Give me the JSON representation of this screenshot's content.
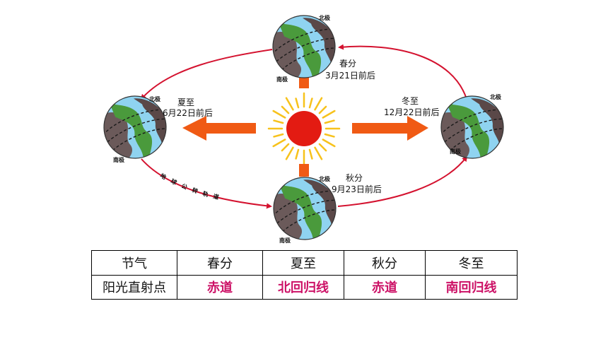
{
  "diagram": {
    "sun": {
      "color": "#e31b12",
      "ray_color": "#f7c21c"
    },
    "arrow_color": "#f05a14",
    "orbit_color": "#d4122f",
    "orbit_label": [
      "地",
      "球",
      "公",
      "转",
      "轨",
      "道"
    ],
    "earths": [
      {
        "id": "spring",
        "north": "北极",
        "south": "南极",
        "term": "春分",
        "date": "3月21日前后"
      },
      {
        "id": "summer",
        "north": "北极",
        "south": "南极",
        "term": "夏至",
        "date": "6月22日前后"
      },
      {
        "id": "autumn",
        "north": "北极",
        "south": "南极",
        "term": "秋分",
        "date": "9月23日前后"
      },
      {
        "id": "winter",
        "north": "北极",
        "south": "南极",
        "term": "冬至",
        "date": "12月22日前后"
      }
    ]
  },
  "table": {
    "header_label": "节气",
    "row_label": "阳光直射点",
    "columns": [
      {
        "term": "春分",
        "point": "赤道"
      },
      {
        "term": "夏至",
        "point": "北回归线"
      },
      {
        "term": "秋分",
        "point": "赤道"
      },
      {
        "term": "冬至",
        "point": "南回归线"
      }
    ],
    "value_color": "#cc1166"
  }
}
